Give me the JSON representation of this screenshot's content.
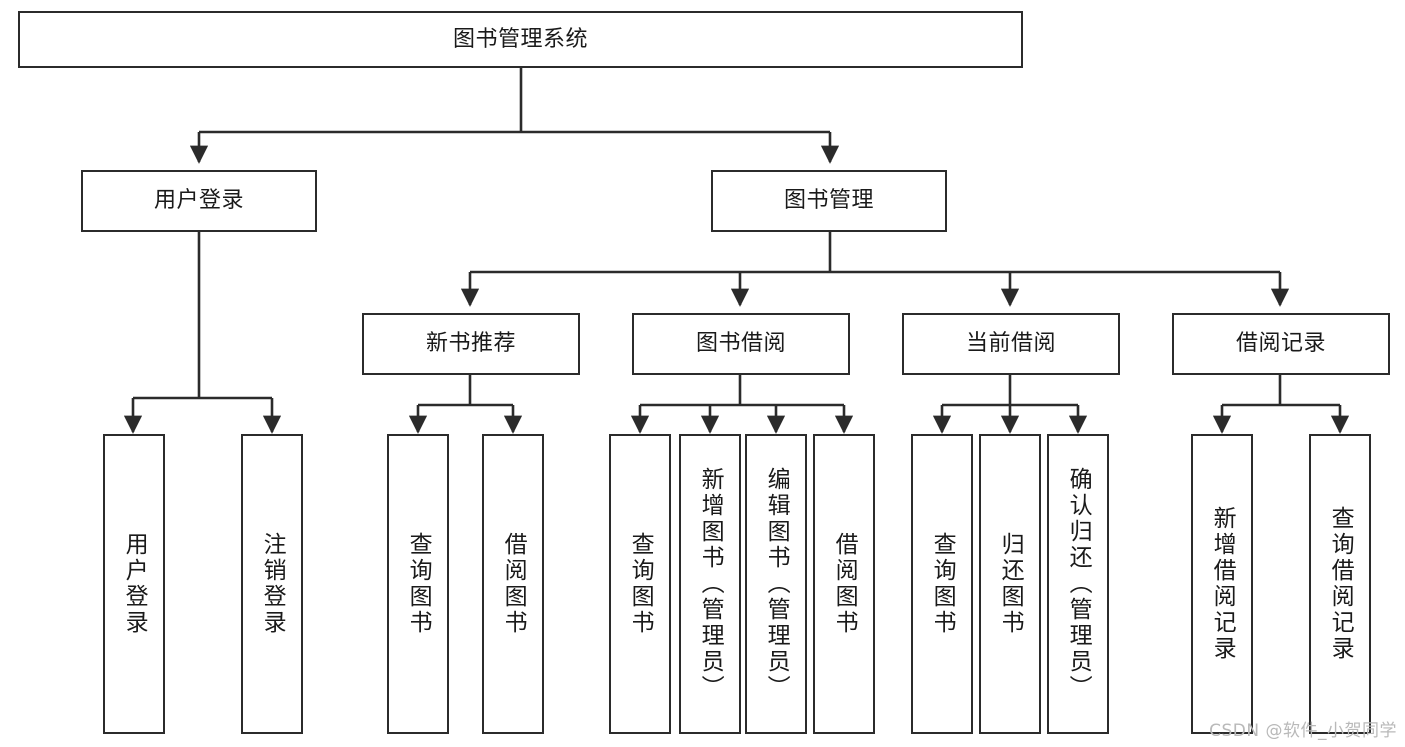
{
  "diagram": {
    "type": "tree",
    "title": "图书管理系统",
    "watermark": "CSDN @软件_小贺同学",
    "colors": {
      "box_border": "#2b2b2b",
      "box_fill": "#ffffff",
      "connector": "#2b2b2b",
      "text": "#1a1a1a",
      "watermark": "#b9b9b9"
    },
    "levels": {
      "root": {
        "label": "图书管理系统"
      },
      "level1": [
        {
          "label": "用户登录"
        },
        {
          "label": "图书管理"
        }
      ],
      "level2": [
        {
          "label": "新书推荐"
        },
        {
          "label": "图书借阅"
        },
        {
          "label": "当前借阅"
        },
        {
          "label": "借阅记录"
        }
      ]
    },
    "leaves": {
      "user_login": [
        {
          "label": "用户登录"
        },
        {
          "label": "注销登录"
        }
      ],
      "new_book_recommend": [
        {
          "label": "查询图书"
        },
        {
          "label": "借阅图书"
        }
      ],
      "book_borrow": [
        {
          "label": "查询图书"
        },
        {
          "label": "新增图书（管理员）"
        },
        {
          "label": "编辑图书（管理员）"
        },
        {
          "label": "借阅图书"
        }
      ],
      "current_borrow": [
        {
          "label": "查询图书"
        },
        {
          "label": "归还图书"
        },
        {
          "label": "确认归还（管理员）"
        }
      ],
      "borrow_record": [
        {
          "label": "新增借阅记录"
        },
        {
          "label": "查询借阅记录"
        }
      ]
    }
  }
}
